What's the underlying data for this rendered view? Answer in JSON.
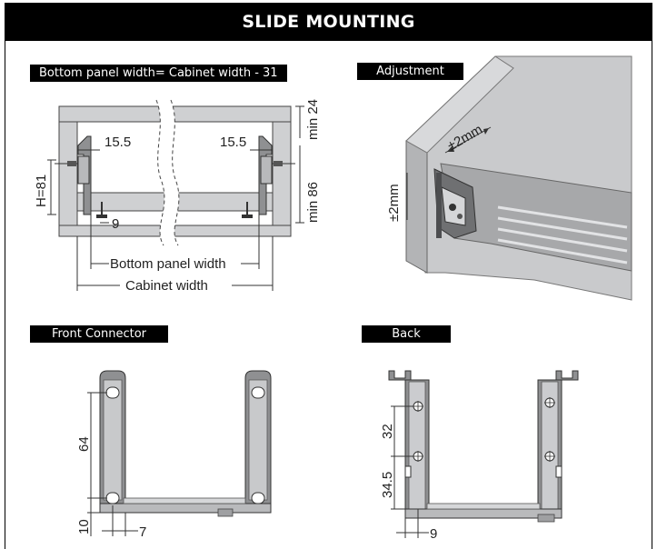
{
  "header": {
    "title": "SLIDE MOUNTING"
  },
  "panels": {
    "bottom_panel": {
      "label": "Bottom panel width= Cabinet width - 31",
      "dims": {
        "left_offset": "15.5",
        "right_offset": "15.5",
        "height": "H=81",
        "gap": "9",
        "top_min": "min 24",
        "side_min": "min 86",
        "bottom_panel_width": "Bottom panel width",
        "cabinet_width": "Cabinet width"
      }
    },
    "adjustment": {
      "label": "Adjustment",
      "dims": {
        "horizontal": "±2mm",
        "vertical": "±2mm"
      }
    },
    "front_connector": {
      "label": "Front Connector",
      "dims": {
        "spacing": "64",
        "bottom": "10",
        "offset": "7"
      }
    },
    "back": {
      "label": "Back",
      "dims": {
        "upper": "32",
        "lower": "34.5",
        "offset": "9"
      }
    }
  },
  "colors": {
    "panel_fill": "#cfd0d2",
    "steel": "#8f9092",
    "header_bg": "#000000"
  }
}
